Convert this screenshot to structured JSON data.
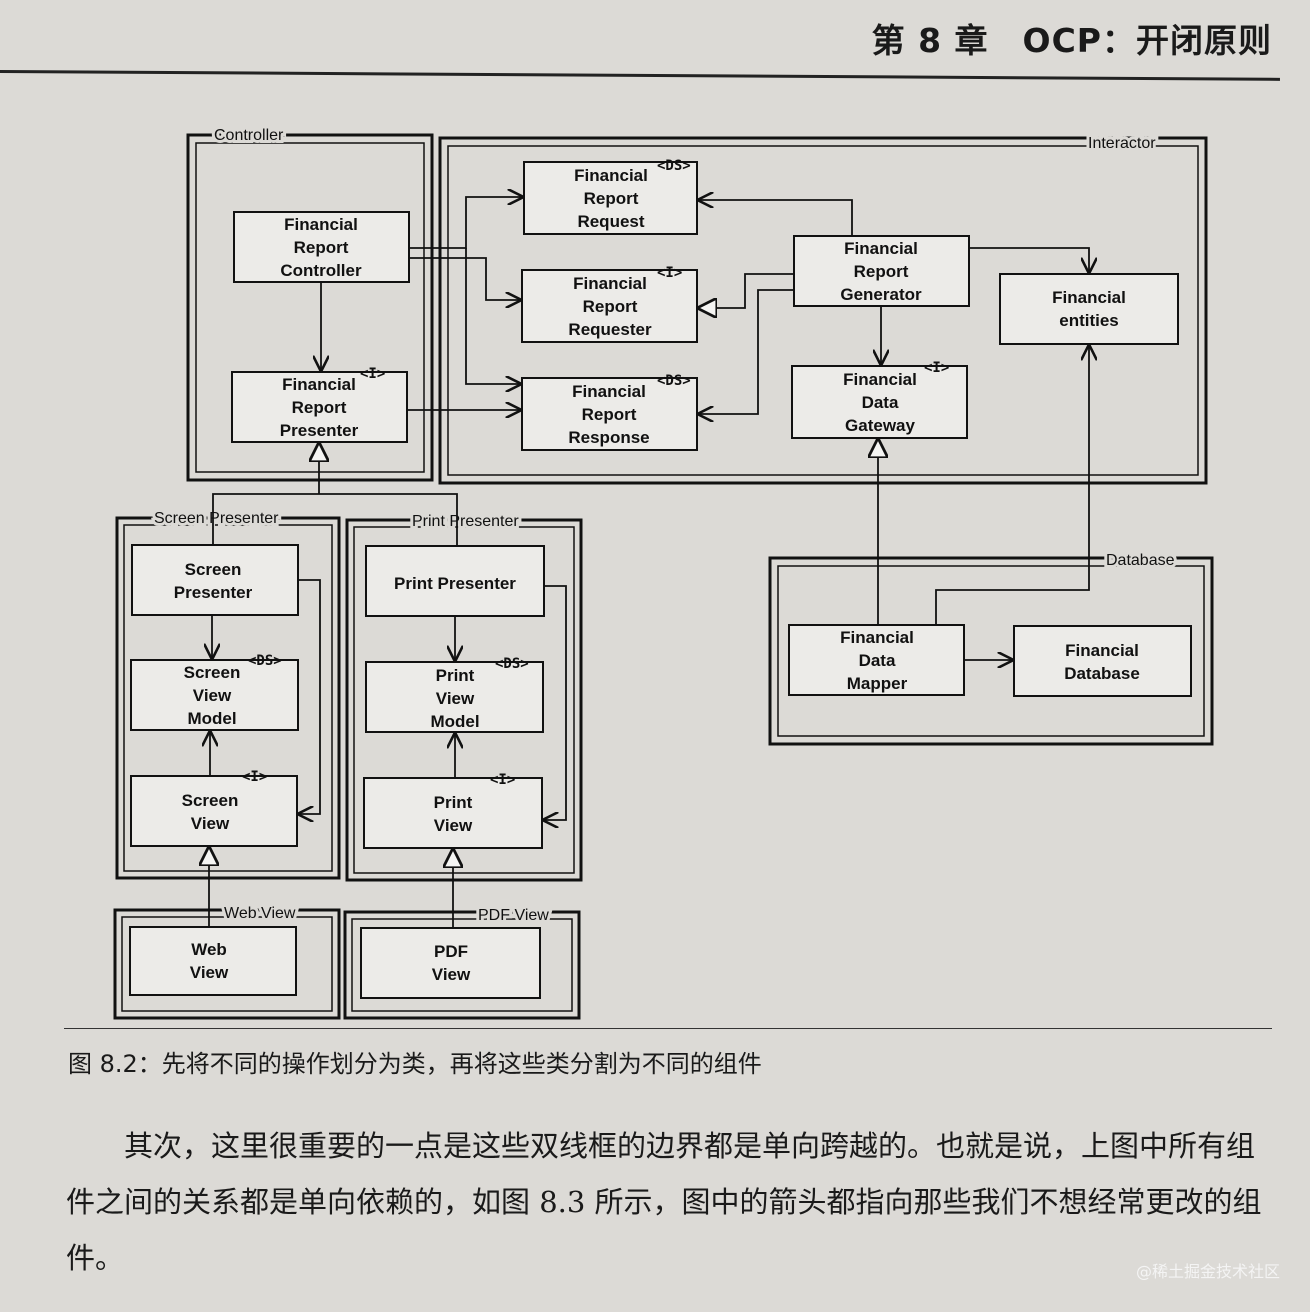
{
  "header": {
    "title": "第 8 章　OCP：开闭原则"
  },
  "diagram": {
    "frames": {
      "controller": "Controller",
      "interactor": "Interactor",
      "screen_presenter": "Screen Presenter",
      "print_presenter": "Print Presenter",
      "database": "Database",
      "web_view": "Web View",
      "pdf_view": "PDF View"
    },
    "boxes": {
      "frc": [
        "Financial",
        "Report",
        "Controller"
      ],
      "frp": [
        "Financial",
        "Report",
        "Presenter"
      ],
      "frreq": [
        "Financial",
        "Report",
        "Request"
      ],
      "frreqr": [
        "Financial",
        "Report",
        "Requester"
      ],
      "frresp": [
        "Financial",
        "Report",
        "Response"
      ],
      "frg": [
        "Financial",
        "Report",
        "Generator"
      ],
      "fe": [
        "Financial",
        "entities"
      ],
      "fdg": [
        "Financial",
        "Data",
        "Gateway"
      ],
      "fdm": [
        "Financial",
        "Data",
        "Mapper"
      ],
      "fdb": [
        "Financial",
        "Database"
      ],
      "sp": [
        "Screen",
        "Presenter"
      ],
      "svm": [
        "Screen",
        "View",
        "Model"
      ],
      "sv": [
        "Screen",
        "View"
      ],
      "pp": [
        "Print Presenter"
      ],
      "pvm": [
        "Print",
        "View",
        "Model"
      ],
      "pv": [
        "Print",
        "View"
      ],
      "wv": [
        "Web",
        "View"
      ],
      "pdfv": [
        "PDF",
        "View"
      ]
    },
    "stereotypes": {
      "ds": "<DS>",
      "i": "<I>"
    }
  },
  "caption": "图 8.2：先将不同的操作划分为类，再将这些类分割为不同的组件",
  "paragraph": "其次，这里很重要的一点是这些双线框的边界都是单向跨越的。也就是说，上图中所有组件之间的关系都是单向依赖的，如图 8.3 所示，图中的箭头都指向那些我们不想经常更改的组件。",
  "watermark": "@稀土掘金技术社区"
}
